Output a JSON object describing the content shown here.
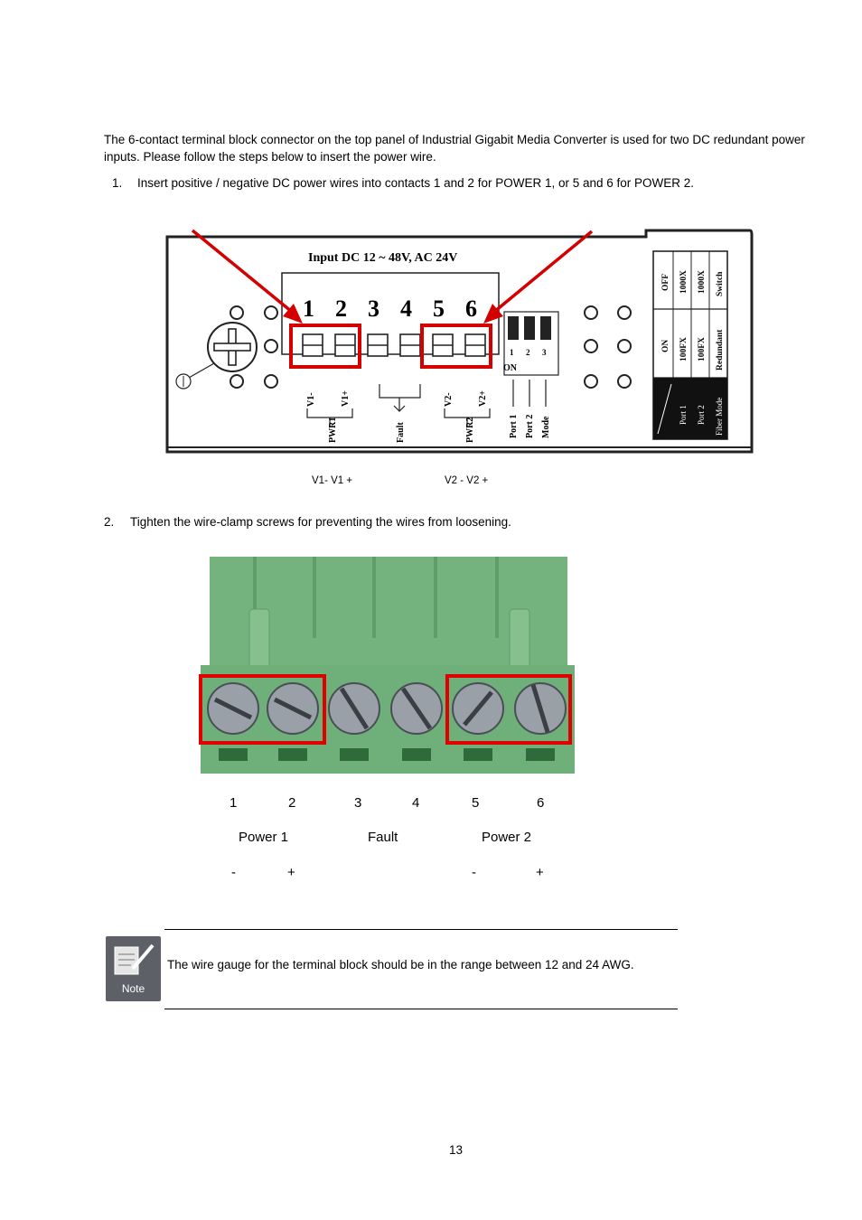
{
  "intro": "The 6-contact terminal block connector on the top panel of Industrial Gigabit Media Converter is used for two DC redundant power inputs. Please follow the steps below to insert the power wire.",
  "steps": [
    {
      "num": "1.",
      "text": "Insert positive / negative DC power wires into contacts 1 and 2 for POWER 1, or 5 and 6 for POWER 2."
    },
    {
      "num": "2.",
      "text": "Tighten the wire-clamp screws for preventing the wires from loosening."
    }
  ],
  "panel": {
    "input_label": "Input DC 12 ~ 48V, AC 24V",
    "contacts": [
      "1",
      "2",
      "3",
      "4",
      "5",
      "6"
    ],
    "labels": {
      "v1_minus": "V1-",
      "v1_plus": "V1+",
      "pwr1": "PWR1",
      "fault": "Fault",
      "v2_minus": "V2-",
      "v2_plus": "V2+",
      "pwr2": "PWR2"
    },
    "dip": {
      "numbers": [
        "1",
        "2",
        "3"
      ],
      "on": "ON",
      "port1": "Port 1",
      "port2": "Port 2",
      "mode": "Mode"
    },
    "mode_table": {
      "off_row": [
        "OFF",
        "1000X",
        "1000X",
        "Switch"
      ],
      "on_row": [
        "ON",
        "100FX",
        "100FX",
        "Redundant"
      ],
      "bottom_row": [
        "Port 1",
        "Port 2",
        "Fiber Mode"
      ]
    }
  },
  "caption": {
    "v1": "V1- V1 +",
    "v2": "V2 - V2 +"
  },
  "block": {
    "numbers": [
      "1",
      "2",
      "3",
      "4",
      "5",
      "6"
    ],
    "groups": [
      "Power 1",
      "Fault",
      "Power 2"
    ],
    "signs": [
      "-",
      "+",
      "-",
      "+"
    ]
  },
  "note": {
    "icon_label": "Note",
    "text": "The wire gauge for the terminal block should be in the range between 12 and 24 AWG."
  },
  "page_number": "13",
  "colors": {
    "highlight": "#d40000",
    "block_green": "#6fb07a",
    "dark_green": "#4f8a5a"
  }
}
